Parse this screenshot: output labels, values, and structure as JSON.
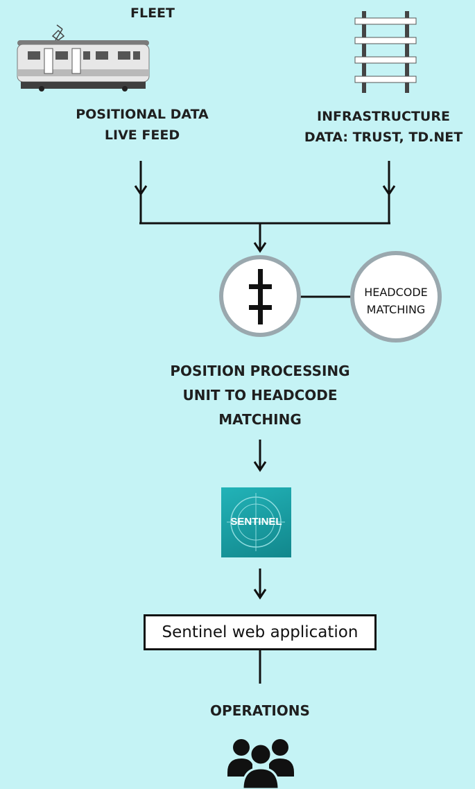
{
  "fleet": {
    "title": "FLEET",
    "caption_line1": "POSITIONAL DATA",
    "caption_line2": "LIVE FEED"
  },
  "infrastructure": {
    "caption_line1": "INFRASTRUCTURE",
    "caption_line2": "DATA: TRUST, TD.NET"
  },
  "processing": {
    "caption_line1": "POSITION PROCESSING",
    "caption_line2": "UNIT TO HEADCODE",
    "caption_line3": "MATCHING",
    "headcode_line1": "HEADCODE",
    "headcode_line2": "MATCHING"
  },
  "sentinel": {
    "logo_text": "SENTINEL",
    "web_app_label": "Sentinel web application"
  },
  "operations": {
    "title": "OPERATIONS"
  },
  "icons": [
    "train-icon",
    "rail-track-icon",
    "crossing-icon",
    "sentinel-logo",
    "users-group-icon"
  ],
  "colors": {
    "background": "#c5f3f5",
    "line": "#111111",
    "circle_border": "#9aa8ae",
    "logo_teal": "#1aa3a8"
  }
}
